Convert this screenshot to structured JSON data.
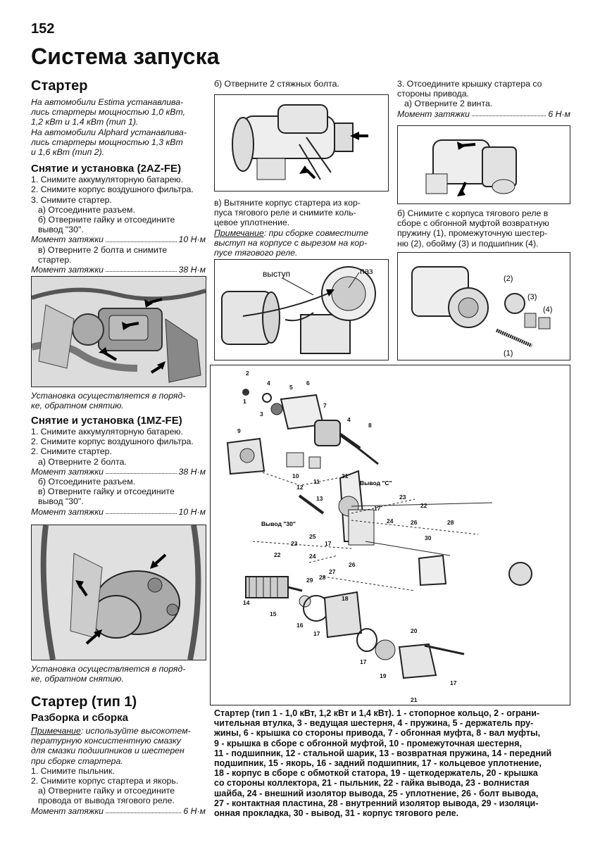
{
  "page_number": "152",
  "page_title": "Система запуска",
  "left": {
    "starter_heading": "Стартер",
    "starter_intro": [
      "На автомобили Estima устанавлива-",
      "лись стартеры мощностью 1,0 кВт,",
      "1,2 кВт и 1,4 кВт (тип 1).",
      "На автомобили Alphard устанавлива-",
      "лись стартеры мощностью 1,3 кВт",
      "и 1,6 кВт (тип 2)."
    ],
    "az_heading": "Снятие и установка (2AZ-FE)",
    "az_steps": [
      "1. Снимите аккумуляторную батарею.",
      "2. Снимите корпус воздушного фильтра.",
      "3. Снимите стартер."
    ],
    "az_sub_a": "а) Отсоедините разъем.",
    "az_sub_b": [
      "б) Отверните гайку и отсоедините",
      "вывод \"30\"."
    ],
    "az_torque1_label": "Момент затяжки",
    "az_torque1_value": "10 Н·м",
    "az_sub_v": [
      "в) Отверните 2 болта и снимите",
      "стартер."
    ],
    "az_torque2_label": "Момент затяжки",
    "az_torque2_value": "38 Н·м",
    "az_fig_caption": [
      "Установка осуществляется в поряд-",
      "ке, обратном снятию."
    ],
    "mz_heading": "Снятие и установка (1MZ-FE)",
    "mz_steps": [
      "1. Снимите аккумуляторную батарею.",
      "2. Снимите корпус воздушного фильтра.",
      "2. Снимите стартер."
    ],
    "mz_sub_a": "а) Отверните 2 болта.",
    "mz_torque1_label": "Момент затяжки",
    "mz_torque1_value": "38 Н·м",
    "mz_sub_b": "б) Отсоедините разъем.",
    "mz_sub_v": [
      "в) Отверните гайку и отсоедините",
      "вывод \"30\"."
    ],
    "mz_torque2_label": "Момент затяжки",
    "mz_torque2_value": "10 Н·м",
    "mz_fig_caption": [
      "Установка осуществляется в поряд-",
      "ке, обратном снятию."
    ],
    "type1_heading": "Стартер (тип 1)",
    "disasm_heading": "Разборка и сборка",
    "note_label": "Примечание",
    "note_text": [
      ": используйте высокотем-",
      "пературную консистентную смазку",
      "для смазки подшипников и шестерен",
      "при сборке стартера."
    ],
    "disasm_steps": [
      "1. Снимите пыльник.",
      "2. Снимите корпус стартера и якорь."
    ],
    "disasm_sub_a": [
      "а) Отверните гайку и отсоедините",
      "провода от вывода тягового реле."
    ],
    "disasm_torque_label": "Момент затяжки",
    "disasm_torque_value": "6 Н·м"
  },
  "middle": {
    "step_b": "б) Отверните 2 стяжных болта.",
    "step_v": [
      "в) Вытяните корпус стартера из кор-",
      "пуса тягового реле и снимите коль-",
      "цевое уплотнение."
    ],
    "note_label": "Примечание",
    "note_text": [
      ": при сборке совместите",
      "выступ на корпусе с вырезом на кор-",
      "пусе тягового реле."
    ],
    "fig_label_vystup": "выступ",
    "fig_label_paz": "паз"
  },
  "right": {
    "step3": [
      "3. Отсоедините крышку стартера со",
      "стороны привода."
    ],
    "step3_a": "а) Отверните 2 винта.",
    "torque_label": "Момент затяжки",
    "torque_value": "6 Н·м",
    "step3_b": [
      "б) Снимите с корпуса тягового реле в",
      "сборе с обгонной муфтой возвратную",
      "пружину (1), промежуточную шестер-",
      "ню (2), обойму (3) и подшипник (4)."
    ],
    "fig_labels": [
      "(1)",
      "(2)",
      "(3)",
      "(4)"
    ]
  },
  "diagram": {
    "numbers": [
      "1",
      "2",
      "3",
      "4",
      "5",
      "6",
      "7",
      "4",
      "8",
      "9",
      "10",
      "11",
      "12",
      "13",
      "31",
      "17",
      "23",
      "22",
      "24",
      "26",
      "28",
      "25",
      "23",
      "17",
      "22",
      "24",
      "26",
      "27",
      "28",
      "29",
      "30",
      "14",
      "15",
      "16",
      "18",
      "17",
      "20",
      "17",
      "19",
      "17",
      "21"
    ],
    "label_c": "Вывод \"C\"",
    "label_30": "Вывод \"30\"",
    "caption": [
      "Стартер (тип 1 - 1,0 кВт, 1,2 кВт и 1,4 кВт). 1 - стопорное кольцо, 2 - ограни-",
      "чительная втулка, 3 - ведущая шестерня, 4 - пружина, 5 - держатель пру-",
      "жины, 6 - крышка со стороны привода, 7 - обгонная муфта, 8 - вал муфты,",
      "9 - крышка в сборе с обгонной муфтой, 10 - промежуточная шестерня,",
      "11 - подшипник, 12 - стальной шарик, 13 - возвратная пружина, 14 - передний",
      "подшипник, 15 - якорь, 16 - задний подшипник, 17 - кольцевое уплотнение,",
      "18 - корпус в сборе с обмоткой статора, 19 - щеткодержатель, 20 - крышка",
      "со стороны коллектора, 21 - пыльник, 22 - гайка вывода, 23 - волнистая",
      "шайба, 24 - внешний изолятор вывода, 25 - уплотнение, 26 - болт вывода,",
      "27 - контактная пластина, 28 - внутренний изолятор вывода, 29 - изоляци-",
      "онная прокладка, 30 - вывод, 31 - корпус тягового реле."
    ]
  }
}
